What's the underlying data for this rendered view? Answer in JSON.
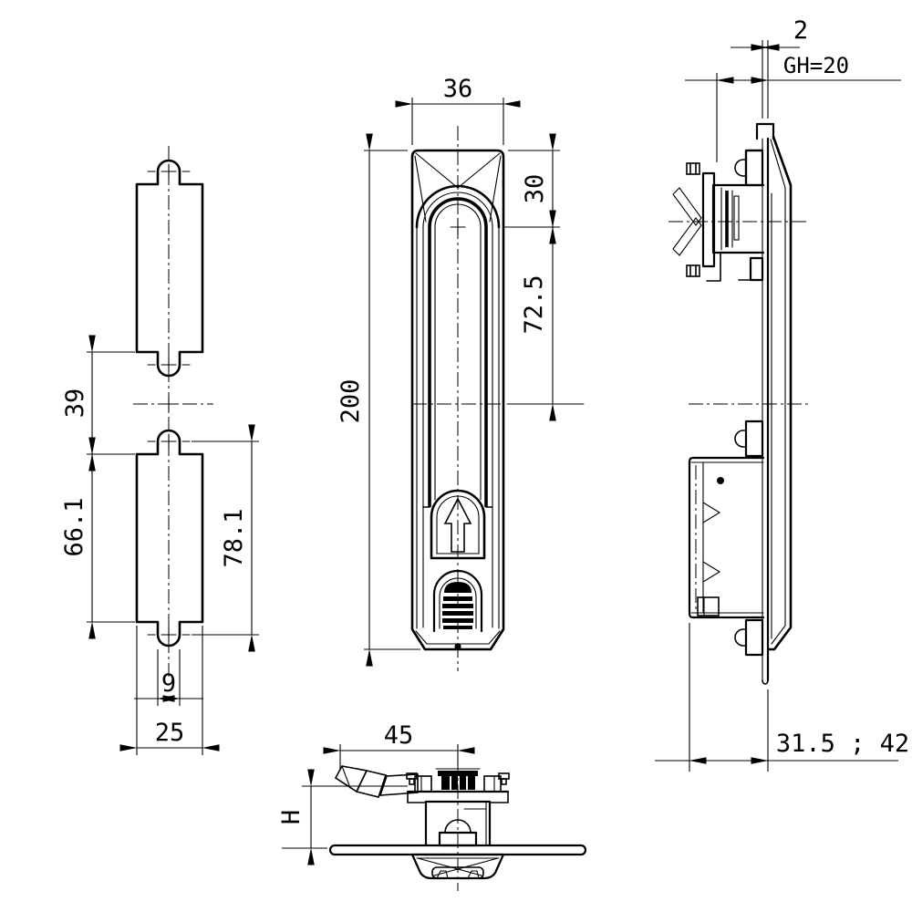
{
  "drawing": {
    "background": "#ffffff",
    "line_color": "#000000",
    "views": {
      "cutout": {
        "label": "mounting-cutout-view",
        "dims": {
          "gap": "39",
          "body_height": "66.1",
          "tab_span": "78.1",
          "slot_width": "9",
          "cutout_width": "25"
        }
      },
      "front": {
        "label": "handle-front-view",
        "dims": {
          "width": "36",
          "height": "200",
          "dome_offset": "30",
          "button_offset": "72.5"
        }
      },
      "side": {
        "label": "handle-side-view",
        "dims": {
          "door_thickness": "2",
          "grip_height": "GH=20",
          "depth": "31.5 ; 42"
        }
      },
      "top": {
        "label": "handle-top-view",
        "dims": {
          "lever_reach": "45",
          "handle_height": "H"
        }
      }
    }
  }
}
